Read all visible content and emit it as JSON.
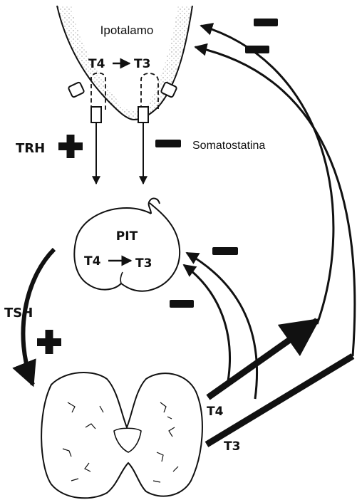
{
  "labels": {
    "hypothalamus": "Ipotalamo",
    "hypothalamus_conversion": {
      "from": "T4",
      "to": "T3"
    },
    "trh": "TRH",
    "somatostatin": "Somatostatina",
    "pituitary": "PIT",
    "pituitary_conversion": {
      "from": "T4",
      "to": "T3"
    },
    "tsh": "TSH",
    "thyroid_output_t4": "T4",
    "thyroid_output_t3": "T3"
  },
  "signs": {
    "plus": "+",
    "minus": "−"
  },
  "colors": {
    "ink": "#111111",
    "background": "#ffffff"
  }
}
